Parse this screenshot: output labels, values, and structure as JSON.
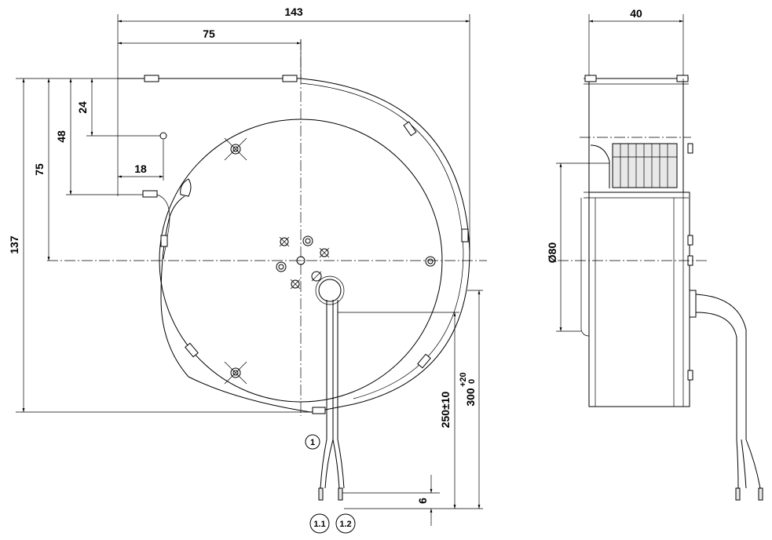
{
  "dimensions": {
    "width_total": "143",
    "width_75": "75",
    "height_24": "24",
    "height_48": "48",
    "height_75": "75",
    "height_137": "137",
    "offset_18": "18",
    "depth_40": "40",
    "diameter_80": "Ø80",
    "lead_250": "250±10",
    "lead_300": "300",
    "lead_300_tol_upper": "+20",
    "lead_300_tol_lower": "0",
    "strip_6": "6"
  },
  "callouts": {
    "c1": "1",
    "c11": "1.1",
    "c12": "1.2"
  }
}
